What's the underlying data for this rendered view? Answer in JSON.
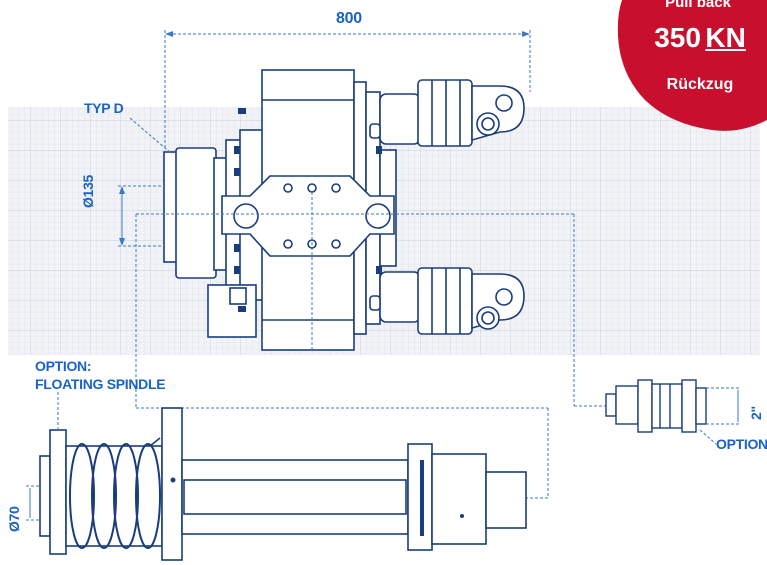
{
  "labels": {
    "width_dimension": "800",
    "typ": "TYP D",
    "diameter_main": "Ø135",
    "option_heading_line1": "OPTION:",
    "option_heading_line2": "FLOATING SPINDLE",
    "diameter_spindle": "Ø70",
    "inch_size": "2\"",
    "option_side": "OPTION"
  },
  "badge": {
    "top_text": "Pull back",
    "force_number": "350",
    "force_unit": "KN",
    "bottom_text": "Rückzug",
    "color": "#c8102e"
  },
  "colors": {
    "line": "#1a3d7c",
    "accent": "#1a63c4",
    "grid_bg": "#eef0f4",
    "grid_line": "#d3d8e2",
    "dash": "#3a78c9"
  }
}
